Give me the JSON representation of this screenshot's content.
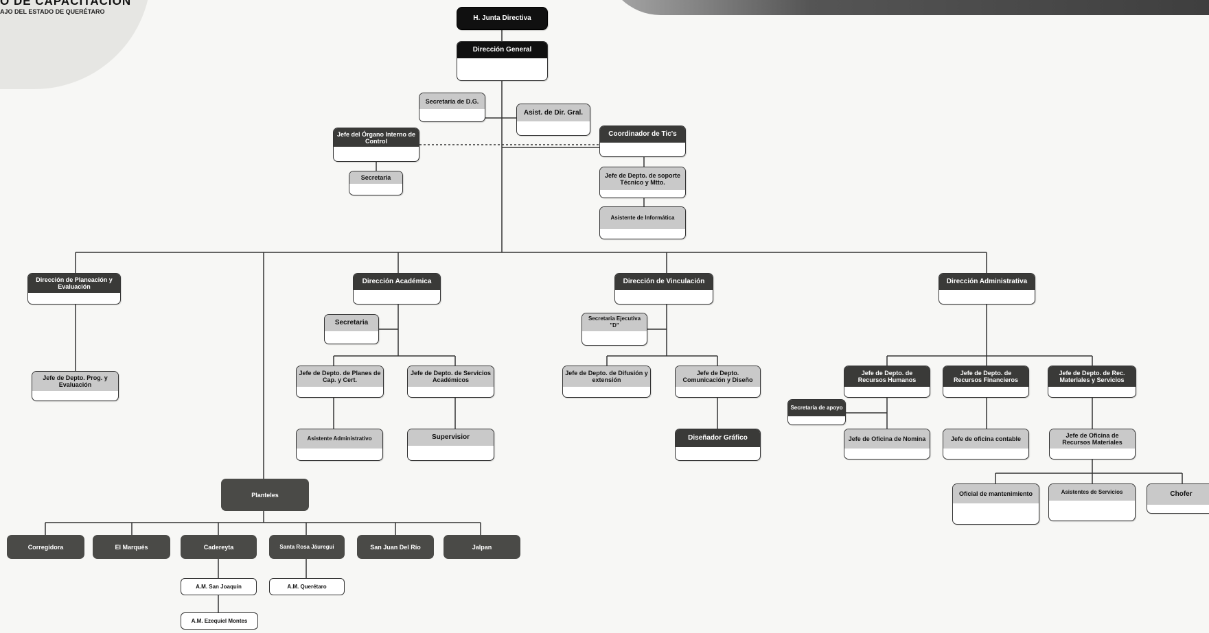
{
  "header": {
    "title": "O DE CAPACITACION",
    "subtitle": "AJO DEL ESTADO DE QUERÉTARO"
  },
  "nodes": {
    "junta": "H. Junta Directiva",
    "dir_general": "Dirección General",
    "secretaria_dg": "Secretaría de D.G.",
    "asist_dir": "Asist. de Dir. Gral.",
    "jefe_organo": "Jefe del Órgano Interno de Control",
    "secretaria_organo": "Secretaria",
    "coord_tics": "Coordinador de Tic's",
    "jefe_soporte": "Jefe de Depto. de soporte Técnico y Mtto.",
    "asist_informatica": "Asistente de Informática",
    "dir_planeacion": "Dirección de Planeación y Evaluación",
    "jefe_prog": "Jefe de Depto. Prog. y Evaluación",
    "dir_academica": "Dirección Académica",
    "secretaria_acad": "Secretaria",
    "jefe_planes": "Jefe de Depto. de Planes de Cap. y Cert.",
    "jefe_serv_acad": "Jefe de Depto. de Servicios Académicos",
    "asist_admin": "Asistente Administrativo",
    "supervisor": "Supervisior",
    "dir_vinculacion": "Dirección de Vinculación",
    "sec_ejecutiva": "Secretaria Ejecutiva \"D\"",
    "jefe_difusion": "Jefe de Depto. de Difusión y extensión",
    "jefe_comunicacion": "Jefe de Depto. Comunicación y Diseño",
    "disenador": "Diseñador Gráfico",
    "dir_administrativa": "Dirección Administrativa",
    "jefe_rh": "Jefe de Depto. de Recursos Humanos",
    "jefe_rf": "Jefe de Depto. de Recursos Financieros",
    "jefe_rm": "Jefe de Depto. de Rec. Materiales y Servicios",
    "sec_apoyo": "Secretaria de apoyo",
    "jefe_nomina": "Jefe de Oficina de Nomina",
    "jefe_contable": "Jefe de oficina contable",
    "jefe_of_rm": "Jefe de Oficina de Recursos Materiales",
    "oficial_mant": "Oficial de mantenimiento",
    "asist_servicios": "Asistentes de Servicios",
    "chofer": "Chofer",
    "planteles": "Planteles",
    "corregidora": "Corregidora",
    "el_marques": "El Marqués",
    "cadereyta": "Cadereyta",
    "santa_rosa": "Santa Rosa Jáuregui",
    "san_juan": "San Juan Del Río",
    "jalpan": "Jalpan",
    "am_san_joaquin": "A.M. San Joaquín",
    "am_queretaro": "A.M. Querétaro",
    "am_ezequiel": "A.M. Ezequiel Montes"
  }
}
